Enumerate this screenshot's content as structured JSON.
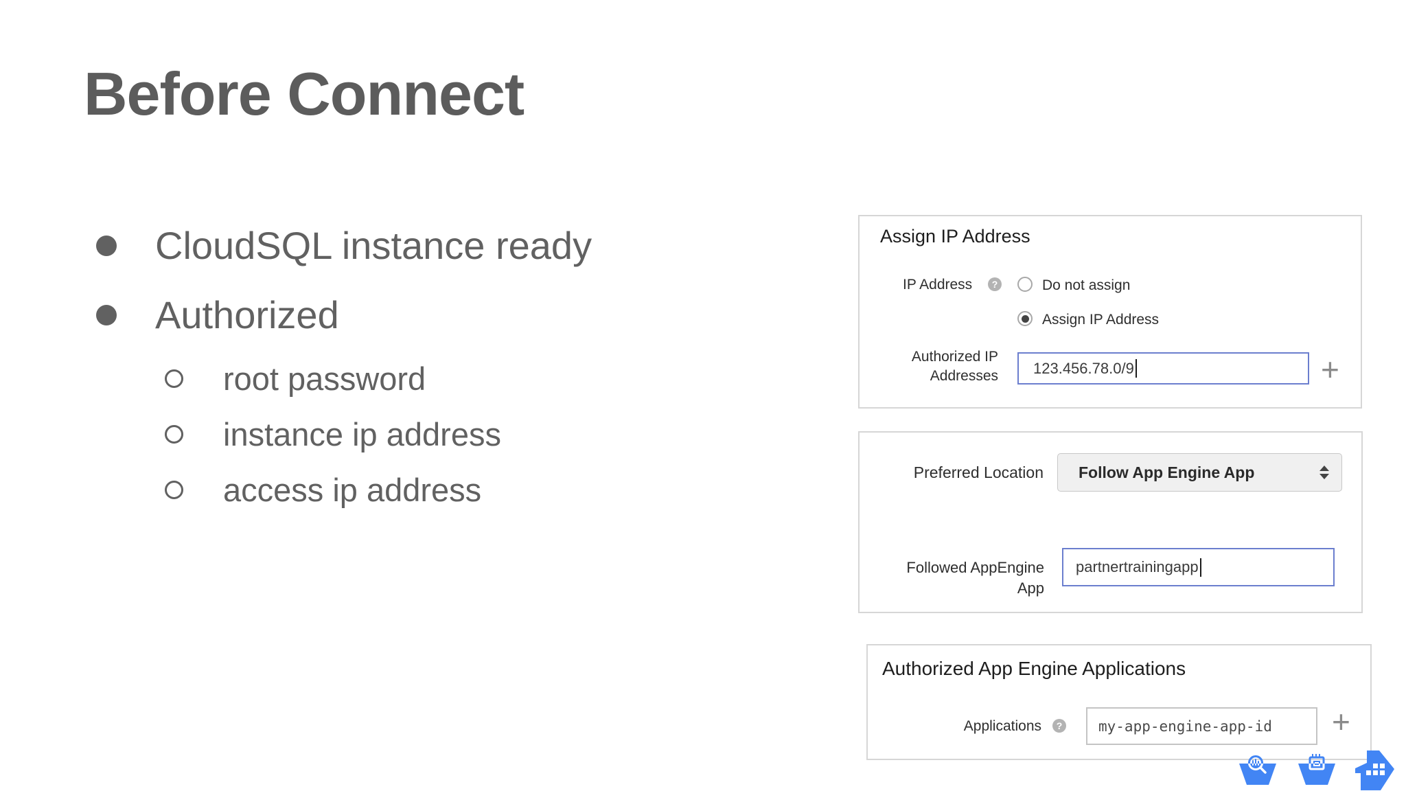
{
  "slide": {
    "title": "Before Connect",
    "bullets": [
      {
        "level": 1,
        "text": "CloudSQL instance ready"
      },
      {
        "level": 1,
        "text": "Authorized"
      },
      {
        "level": 2,
        "text": "root password"
      },
      {
        "level": 2,
        "text": "instance ip address"
      },
      {
        "level": 2,
        "text": "access ip address"
      }
    ]
  },
  "assign_ip_panel": {
    "title": "Assign IP Address",
    "ip_address_label": "IP Address",
    "do_not_assign_label": "Do not assign",
    "assign_label": "Assign IP Address",
    "selected_option": "Assign IP Address",
    "authorized_ip_label": "Authorized IP Addresses",
    "authorized_ip_value": "123.456.78.0/9"
  },
  "location_panel": {
    "preferred_location_label": "Preferred Location",
    "preferred_location_value": "Follow App Engine App",
    "followed_app_label": "Followed AppEngine App",
    "followed_app_value": "partnertrainingapp"
  },
  "authorized_apps_panel": {
    "title": "Authorized App Engine Applications",
    "applications_label": "Applications",
    "applications_value": "my-app-engine-app-id"
  },
  "icons": {
    "add": "+",
    "help": "?"
  },
  "colors": {
    "slide_text": "#616161",
    "gcp_blue": "#4285f4",
    "focused_input_border": "#6b7ece",
    "panel_border": "#d6d6d6"
  }
}
